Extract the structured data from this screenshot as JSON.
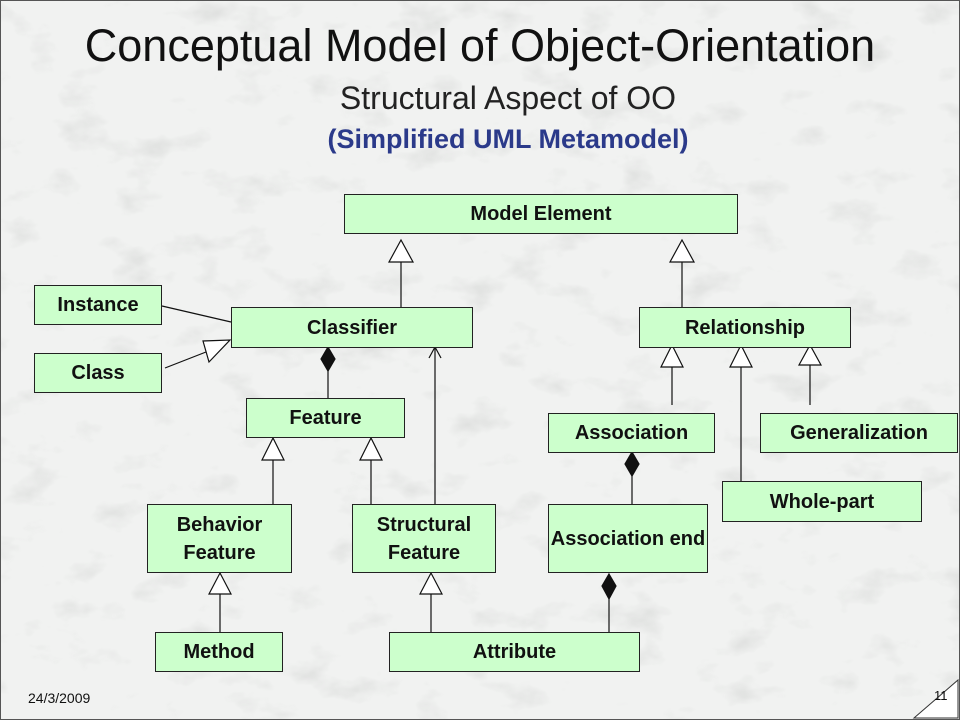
{
  "slide": {
    "title": "Conceptual Model of Object-Orientation",
    "subtitle": "Structural Aspect of OO",
    "subtitle2": "(Simplified UML Metamodel)",
    "date": "24/3/2009",
    "page_number": "11"
  },
  "diagram": {
    "nodes": {
      "model_element": "Model Element",
      "instance": "Instance",
      "class": "Class",
      "classifier": "Classifier",
      "relationship": "Relationship",
      "feature": "Feature",
      "association": "Association",
      "generalization": "Generalization",
      "whole_part": "Whole-part",
      "behavior_feature": "Behavior Feature",
      "structural_feature": "Structural Feature",
      "association_end": "Association end",
      "method": "Method",
      "attribute": "Attribute"
    },
    "colors": {
      "node_fill": "#ccffcc",
      "line": "#111111",
      "subtitle_accent": "#2b3a8a"
    }
  }
}
